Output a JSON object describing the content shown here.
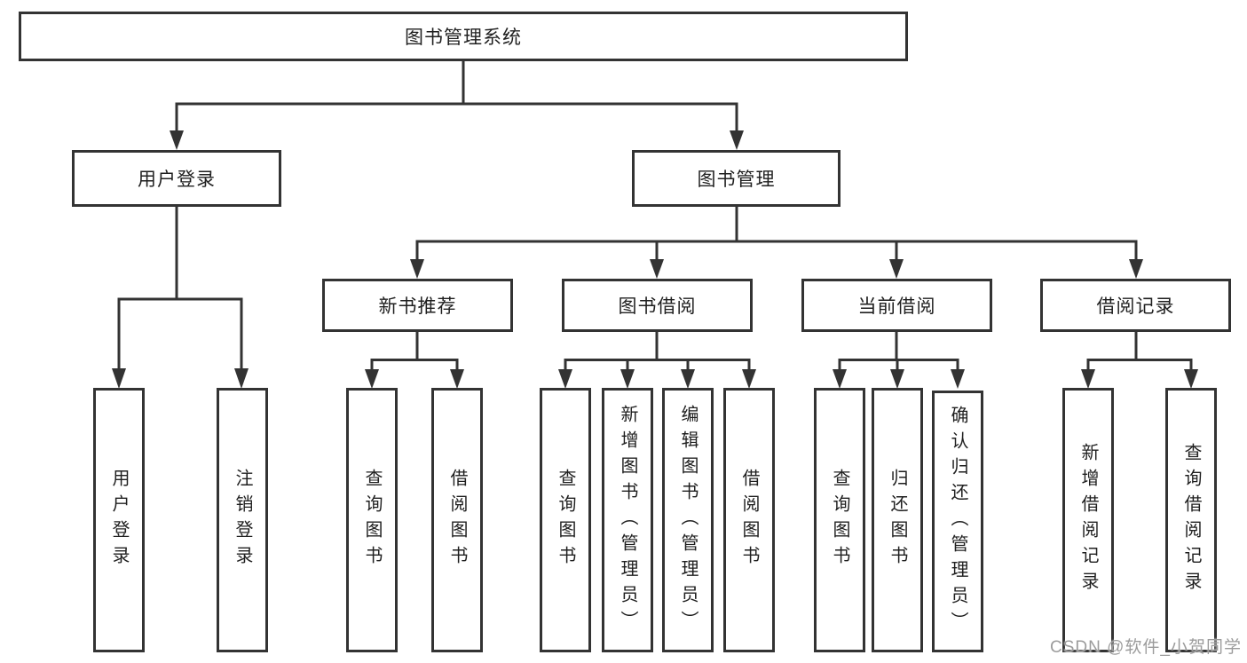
{
  "colors": {
    "line": "#333333",
    "box_border": "#333333",
    "box_fill": "#ffffff",
    "text": "#1f1f1f",
    "background": "#ffffff",
    "watermark": "#9c9c9c"
  },
  "diagram": {
    "type": "tree",
    "root": {
      "label": "图书管理系统"
    },
    "branches": [
      {
        "label": "用户登录",
        "children": [
          {
            "label": "用户登录"
          },
          {
            "label": "注销登录"
          }
        ]
      },
      {
        "label": "图书管理",
        "children": [
          {
            "label": "新书推荐",
            "children": [
              {
                "label": "查询图书"
              },
              {
                "label": "借阅图书"
              }
            ]
          },
          {
            "label": "图书借阅",
            "children": [
              {
                "label": "查询图书"
              },
              {
                "label": "新增图书（管理员）"
              },
              {
                "label": "编辑图书（管理员）"
              },
              {
                "label": "借阅图书"
              }
            ]
          },
          {
            "label": "当前借阅",
            "children": [
              {
                "label": "查询图书"
              },
              {
                "label": "归还图书"
              },
              {
                "label": "确认归还（管理员）"
              }
            ]
          },
          {
            "label": "借阅记录",
            "children": [
              {
                "label": "新增借阅记录"
              },
              {
                "label": "查询借阅记录"
              }
            ]
          }
        ]
      }
    ]
  },
  "watermark": {
    "text": "CSDN @软件_小贺同学"
  }
}
